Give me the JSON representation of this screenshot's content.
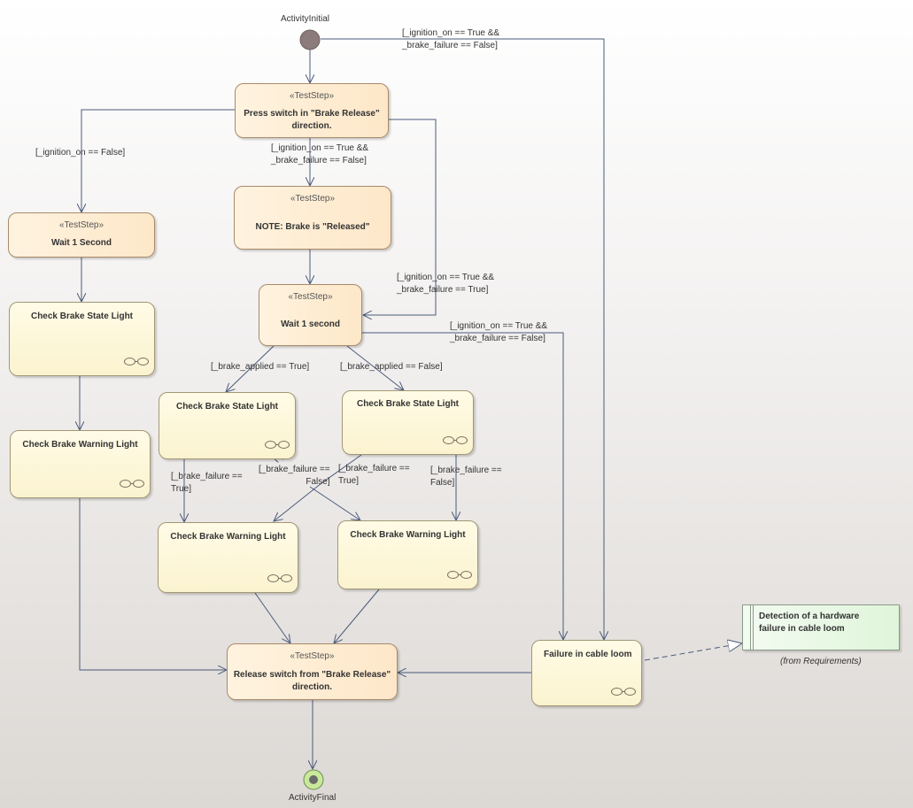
{
  "diagram": {
    "initial_label": "ActivityInitial",
    "final_label": "ActivityFinal",
    "nodes": {
      "press": {
        "stereotype": "«TestStep»",
        "name": "Press switch in \"Brake Release\"\ndirection."
      },
      "note": {
        "stereotype": "«TestStep»",
        "name": "NOTE: Brake is \"Released\""
      },
      "wait_left": {
        "stereotype": "«TestStep»",
        "name": "Wait 1 Second"
      },
      "check_state_left": {
        "name": "Check Brake State Light"
      },
      "check_warning_left": {
        "name": "Check Brake Warning Light"
      },
      "wait_mid": {
        "stereotype": "«TestStep»",
        "name": "Wait 1 second"
      },
      "check_state_a": {
        "name": "Check Brake State Light"
      },
      "check_state_b": {
        "name": "Check Brake State Light"
      },
      "check_warning_a": {
        "name": "Check Brake Warning Light"
      },
      "check_warning_b": {
        "name": "Check Brake Warning Light"
      },
      "release": {
        "stereotype": "«TestStep»",
        "name": "Release switch from \"Brake Release\"\ndirection."
      },
      "failure": {
        "name": "Failure in cable loom"
      }
    },
    "requirement": {
      "name": "Detection of a hardware\nfailure in cable loom",
      "source": "(from Requirements)"
    },
    "guards": {
      "init_to_failure": "[_ignition_on == True &&\n_brake_failure == False]",
      "press_to_wait_left": "[_ignition_on == False]",
      "press_to_note": "[_ignition_on == True &&\n_brake_failure == False]",
      "press_to_wait_mid": "[_ignition_on == True &&\n_brake_failure == True]",
      "wait_mid_to_failure": "[_ignition_on == True &&\n_brake_failure == False]",
      "applied_true": "[_brake_applied == True]",
      "applied_false": "[_brake_applied == False]",
      "a_failure_true": "[_brake_failure ==\nTrue]",
      "a_failure_false": "[_brake_failure ==\nFalse]",
      "b_failure_true": "[_brake_failure ==\nTrue]",
      "b_failure_false": "[_brake_failure ==\nFalse]"
    },
    "colors": {
      "teststep_fill": "#fde7c8",
      "action_fill": "#fbf3cf",
      "requirement_fill": "#dff5da",
      "initial_node": "#8c7b7b",
      "final_node": "#c9e89a",
      "edge": "#4a5a7a"
    }
  }
}
